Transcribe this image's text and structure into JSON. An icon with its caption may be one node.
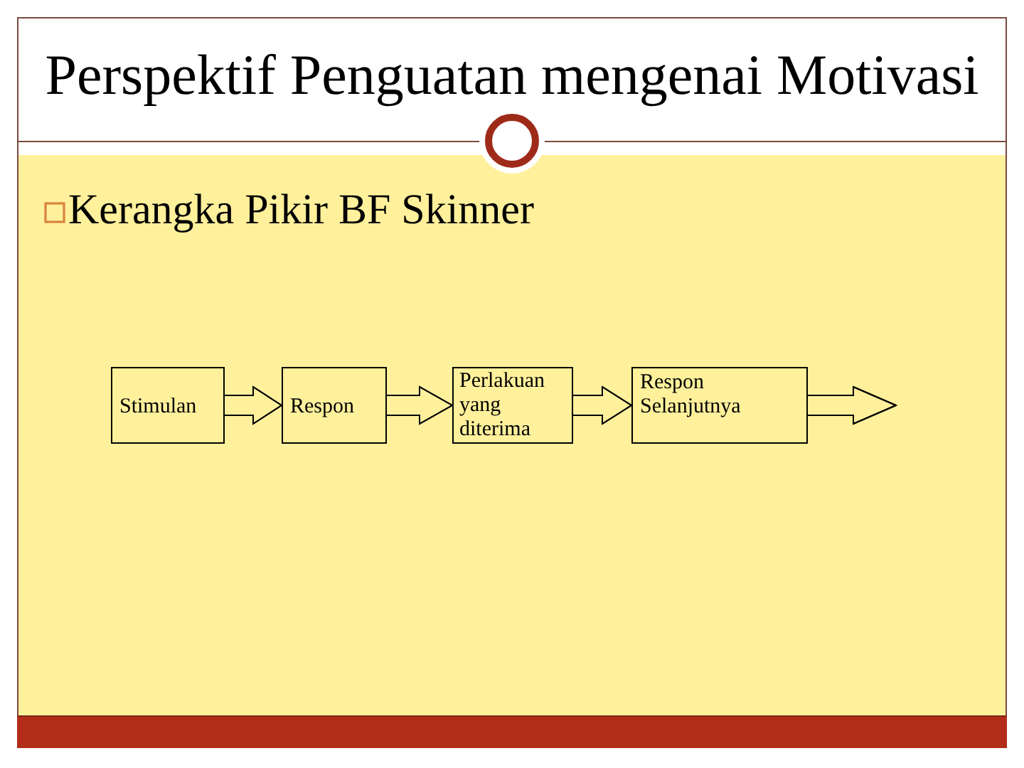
{
  "diagram": {
    "title": "Perspektif Penguatan mengenai Motivasi",
    "nodes": [
      {
        "text": [
          "Stimulan"
        ]
      },
      {
        "text": [
          "Respon"
        ]
      },
      {
        "text": [
          "Perlakuan yang diterima"
        ]
      },
      {
        "text": [
          "Respon Selanjutnya"
        ]
      }
    ],
    "edges": [
      {
        "from": 0,
        "to": 1,
        "arrow": "to"
      },
      {
        "from": 1,
        "to": 2,
        "arrow": "to"
      },
      {
        "from": 2,
        "to": 3,
        "arrow": "to"
      },
      {
        "from": 3,
        "to": null,
        "arrow": "to"
      }
    ],
    "labels": [
      "Kerangka Pikir BF Skinner"
    ]
  }
}
